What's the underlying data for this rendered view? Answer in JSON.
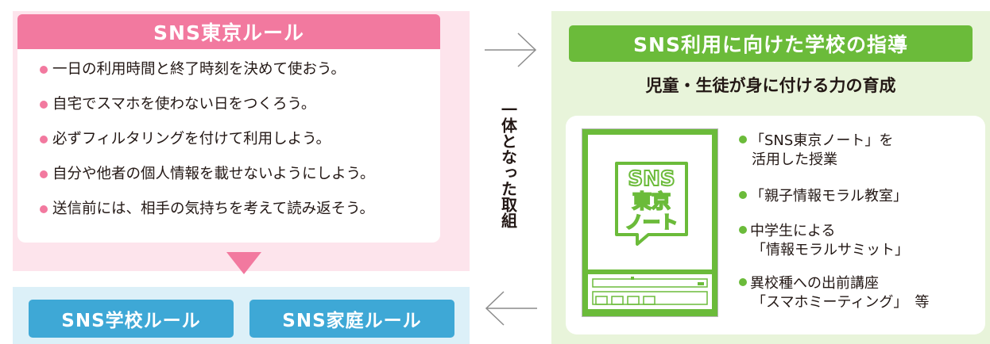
{
  "tokyo_rules": {
    "title": "SNS東京ルール",
    "items": [
      "一日の利用時間と終了時刻を決めて使おう。",
      "自宅でスマホを使わない日をつくろう。",
      "必ずフィルタリングを付けて利用しよう。",
      "自分や他者の個人情報を載せないようにしよう。",
      "送信前には、相手の気持ちを考えて読み返そう。"
    ]
  },
  "local_rules": {
    "school": "SNS学校ルール",
    "family": "SNS家庭ルール"
  },
  "connector": {
    "label": "一体となった取組"
  },
  "school_guidance": {
    "title": "SNS利用に向けた学校の指導",
    "subtitle": "児童・生徒が身に付ける力の育成",
    "notebook_logo": [
      "SNS",
      "東京",
      "ノート"
    ],
    "activities": [
      {
        "line1": "「SNS東京ノート」を",
        "line2": "活用した授業"
      },
      {
        "line1": "「親子情報モラル教室」",
        "line2": ""
      },
      {
        "line1": "中学生による",
        "line2": "「情報モラルサミット」"
      },
      {
        "line1": "異校種への出前講座",
        "line2": "「スマホミーティング」　等"
      }
    ]
  },
  "colors": {
    "pink": "#f2799f",
    "blue": "#3ea8d6",
    "green": "#6bbb3a"
  }
}
